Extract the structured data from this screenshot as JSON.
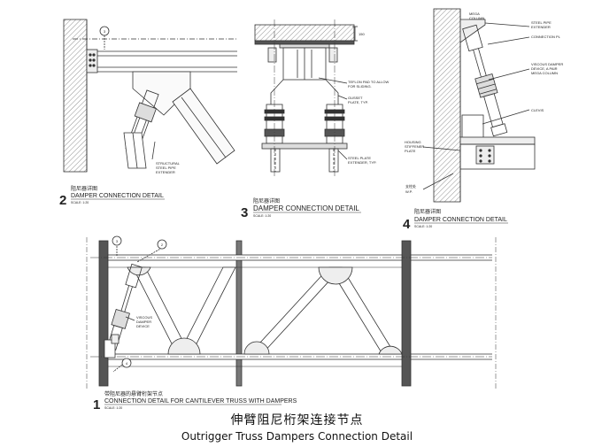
{
  "caption": {
    "chinese": "伸臂阻尼桁架连接节点",
    "english": "Outrigger Truss Dampers Connection Detail"
  },
  "details": [
    {
      "number": "2",
      "chinese_title": "阻尼器详图",
      "title": "DAMPER CONNECTION DETAIL",
      "scale": "SCALE: 1:20",
      "bubble": "3",
      "notes": [
        "STRUCTURAL",
        "STEEL PIPE",
        "EXTENDER"
      ]
    },
    {
      "number": "3",
      "chinese_title": "阻尼器详图",
      "title": "DAMPER CONNECTION DETAIL",
      "scale": "SCALE: 1:20",
      "dimension": "150",
      "notes": [
        "TEFLON PAD TO ALLOW",
        "FOR SLIDING.",
        "GUSSET",
        "PLATE, TYP.",
        "STEEL PLATE",
        "EXTENDER, TYP."
      ]
    },
    {
      "number": "4",
      "chinese_title": "阻尼器详图",
      "title": "DAMPER CONNECTION DETAIL",
      "scale": "SCALE: 1:20",
      "notes_top": [
        "MEGA",
        "COLUMN"
      ],
      "notes_right": [
        "STEEL PIPE",
        "EXTENDER",
        "CONNECTION PL",
        "VISCOUS DAMPER",
        "DEVICE, A PAIR",
        "MEGA COLUMN",
        "CLEVIS"
      ],
      "notes_left": [
        "HOUSING",
        "STIFFENER",
        "PLATE",
        "支柱处",
        "W.P."
      ]
    },
    {
      "number": "1",
      "chinese_title": "带阻尼器的悬臂桁架节点",
      "title": "CONNECTION DETAIL FOR CANTILEVER TRUSS WITH DAMPERS",
      "scale": "SCALE: 1:20",
      "bubbles": [
        "3",
        "2",
        "4"
      ],
      "notes": [
        "VISCOUS",
        "DAMPER",
        "DEVICE"
      ]
    }
  ],
  "colors": {
    "line": "#333333",
    "fill": "#d9d9d9",
    "dark": "#555555",
    "background": "#ffffff"
  }
}
